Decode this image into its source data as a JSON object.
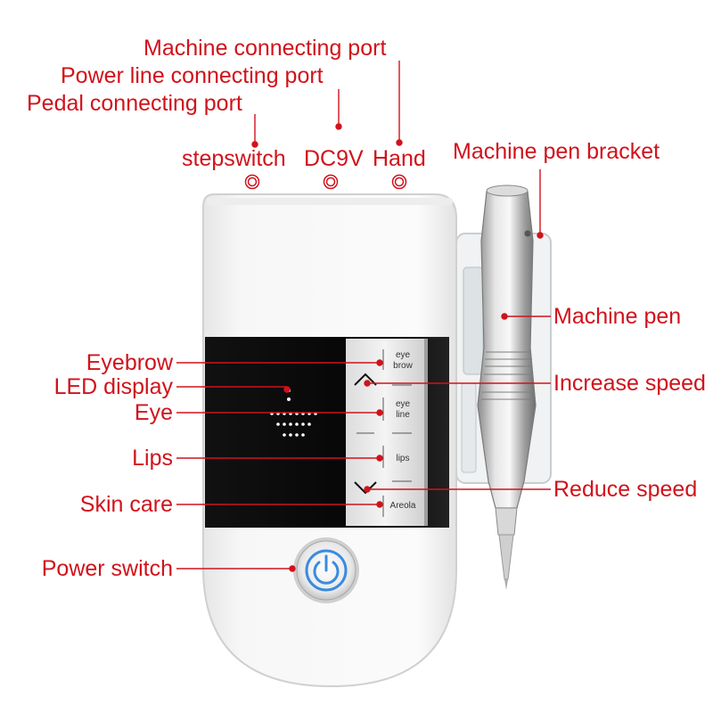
{
  "colors": {
    "annotation": "#d1121b",
    "device_body": "#f4f4f4",
    "panel": "#0c0c0c",
    "power_ring": "#3a8be0"
  },
  "top_labels": {
    "machine_port": "Machine connecting port",
    "power_port": "Power line connecting port",
    "pedal_port": "Pedal connecting port"
  },
  "ports": {
    "stepswitch": "stepswitch",
    "dc9v": "DC9V",
    "hand": "Hand"
  },
  "right_labels": {
    "pen_bracket": "Machine pen bracket",
    "pen": "Machine pen",
    "increase": "Increase speed",
    "reduce": "Reduce speed"
  },
  "left_labels": {
    "eyebrow": "Eyebrow",
    "led": "LED display",
    "eye": "Eye",
    "lips": "Lips",
    "skin": "Skin care",
    "power": "Power switch"
  },
  "buttons": {
    "eyebrow_l1": "eye",
    "eyebrow_l2": "brow",
    "eyeline_l1": "eye",
    "eyeline_l2": "line",
    "lips": "lips",
    "areola": "Areola"
  },
  "icons": {
    "power": "power-icon",
    "up": "chevron-up-icon",
    "down": "chevron-down-icon",
    "port": "port-ring-icon"
  }
}
